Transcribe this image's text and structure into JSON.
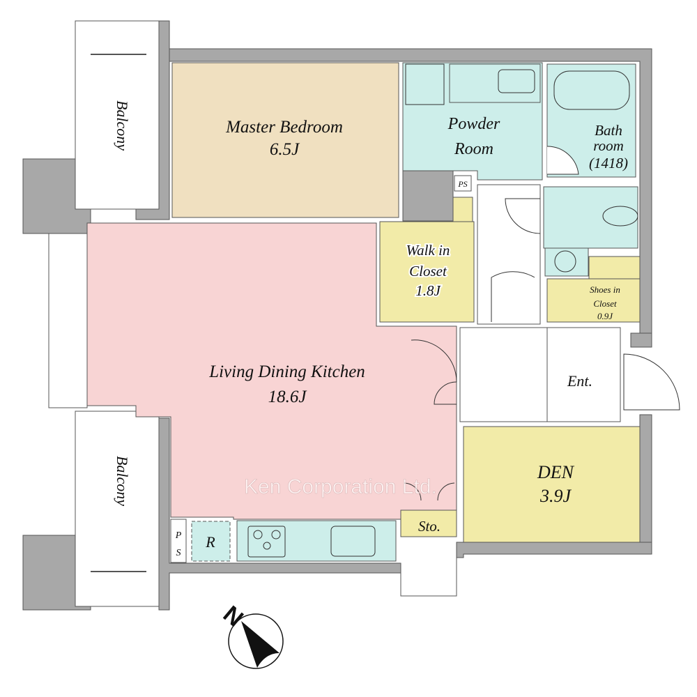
{
  "rooms": {
    "master_bedroom": {
      "name": "Master Bedroom",
      "size": "6.5J"
    },
    "powder_room": {
      "line1": "Powder",
      "line2": "Room"
    },
    "bathroom": {
      "line1": "Bath",
      "line2": "room",
      "line3": "(1418)"
    },
    "walk_in_closet": {
      "line1": "Walk in",
      "line2": "Closet",
      "size": "1.8J"
    },
    "shoes_closet": {
      "line1": "Shoes in",
      "line2": "Closet",
      "size": "0.9J"
    },
    "ldk": {
      "name": "Living Dining Kitchen",
      "size": "18.6J"
    },
    "den": {
      "name": "DEN",
      "size": "3.9J"
    },
    "entrance": "Ent.",
    "storage": "Sto.",
    "refrigerator": "R",
    "ps_top": "PS",
    "ps_bottom_p": "P",
    "ps_bottom_s": "S",
    "balcony_top": "Balcony",
    "balcony_bottom": "Balcony"
  },
  "compass": {
    "label": "N"
  },
  "watermark": "Ken Corporation Ltd.",
  "colors": {
    "wall": "#a8a8a8",
    "bedroom": "#f0e0c0",
    "ldk": "#f8d4d4",
    "wet": "#cdeeea",
    "closet": "#f2eba8"
  }
}
